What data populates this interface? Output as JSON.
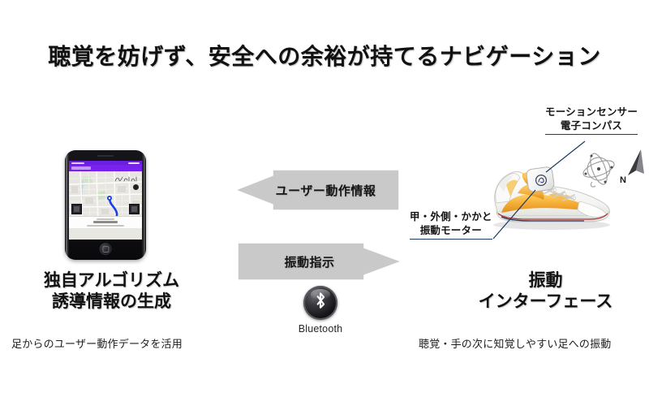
{
  "slide": {
    "title": "聴覚を妨げず、安全への余裕が持てるナビゲーション",
    "background_color": "#ffffff"
  },
  "left_block": {
    "heading_line1": "独自アルゴリズム",
    "heading_line2": "誘導情報の生成",
    "caption": "足からのユーザー動作データを活用",
    "device": "smartphone-navigation-app",
    "app_bar_color": "#7722ee",
    "route_color": "#1b3fe0"
  },
  "right_block": {
    "heading_line1": "振動",
    "heading_line2": "インターフェース",
    "caption": "聴覚・手の次に知覚しやすい足への振動",
    "device": "vibration-shoe",
    "accent_color": "#f0a020"
  },
  "arrows": [
    {
      "id": "user-motion-data",
      "label": "ユーザー動作情報",
      "direction": "left",
      "fill_color": "#c9c9c9"
    },
    {
      "id": "vibration-instruction",
      "label": "振動指示",
      "direction": "right",
      "fill_color": "#c9c9c9"
    }
  ],
  "wireless": {
    "label": "Bluetooth",
    "icon": "bluetooth-icon"
  },
  "callouts": [
    {
      "id": "motion-sensor",
      "line1": "モーションセンサー",
      "line2": "電子コンパス",
      "leader_color": "#1f3a63"
    },
    {
      "id": "vibration-motor",
      "line1": "甲・外側・かかと",
      "line2": "振動モーター",
      "leader_color": "#1f3a63"
    }
  ],
  "sensor_symbols": {
    "gyroscope": "gyroscope-icon",
    "compass": "compass-needle-icon",
    "north_label": "N"
  }
}
